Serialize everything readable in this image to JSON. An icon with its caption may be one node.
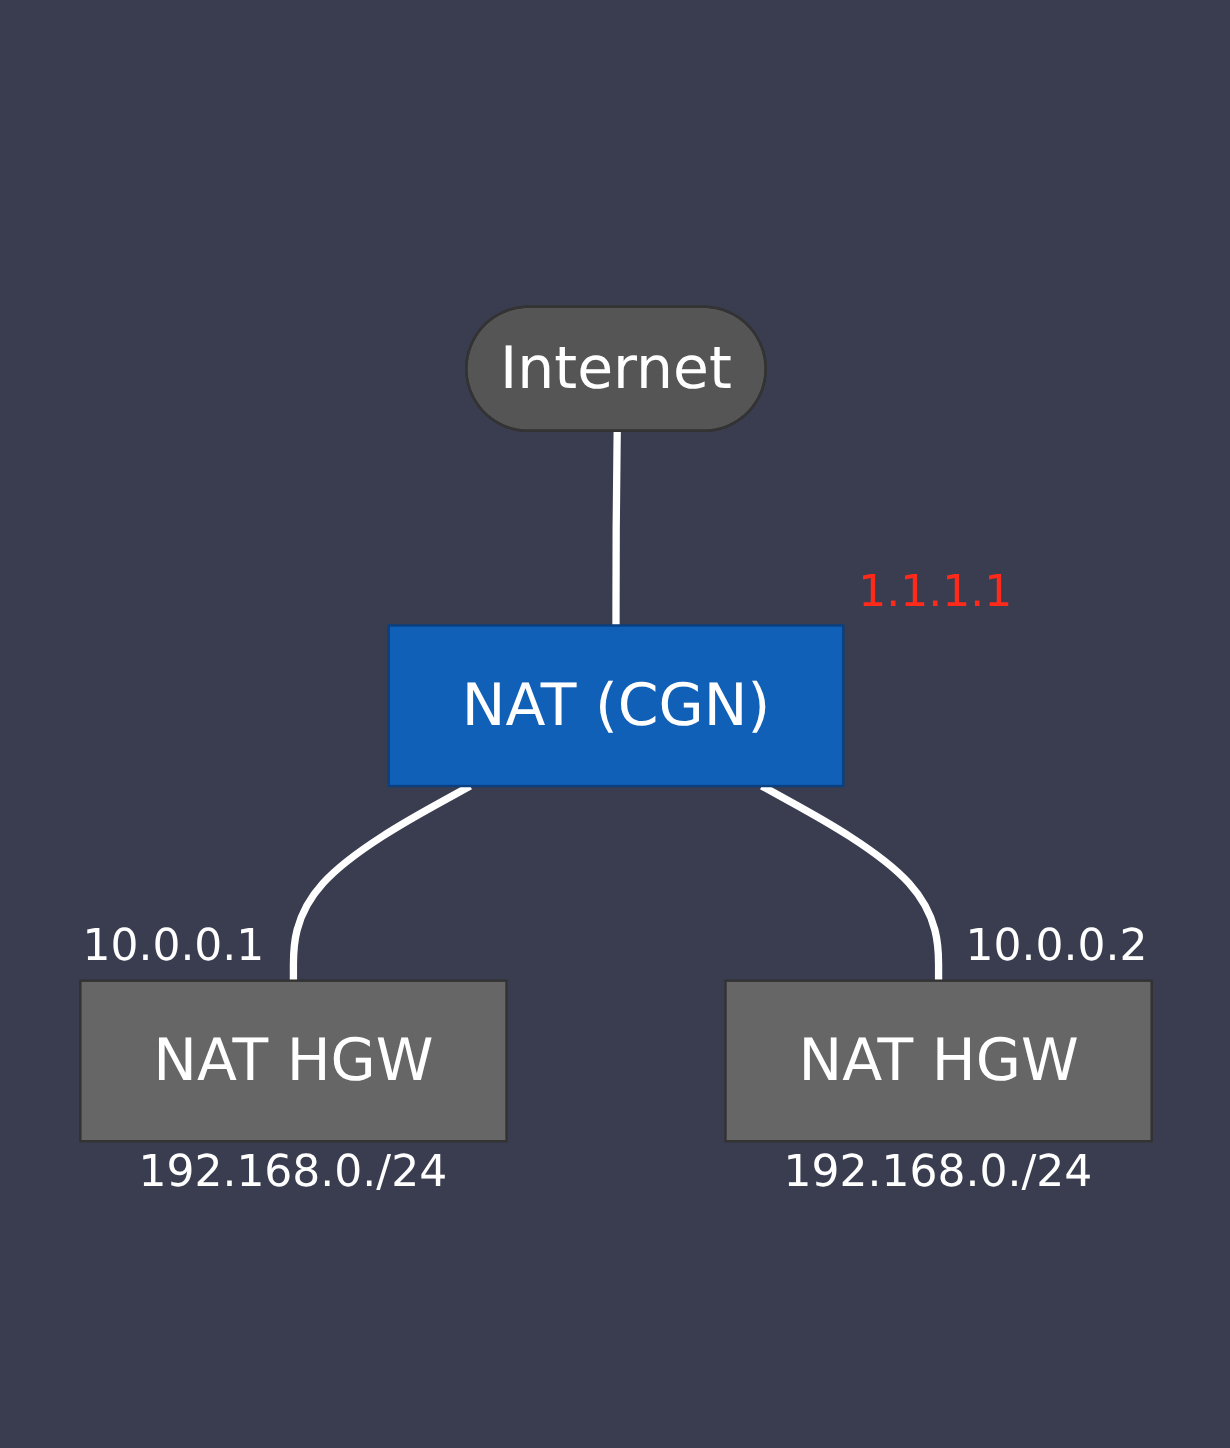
{
  "diagram": {
    "nodes": [
      {
        "text": [
          "Internet"
        ]
      },
      {
        "text": [
          "NAT (CGN)"
        ],
        "beside": [
          "1.1.1.1"
        ]
      },
      {
        "text": [
          "NAT HGW"
        ],
        "beside": [
          "10.0.0.1",
          "192.168.0./24"
        ]
      },
      {
        "text": [
          "NAT HGW"
        ],
        "beside": [
          "10.0.0.2",
          "192.168.0./24"
        ]
      }
    ],
    "edges": [
      {
        "from": 0,
        "to": 1,
        "arrow": "none"
      },
      {
        "from": 1,
        "to": 2,
        "arrow": "none"
      },
      {
        "from": 1,
        "to": 3,
        "arrow": "none"
      }
    ]
  }
}
